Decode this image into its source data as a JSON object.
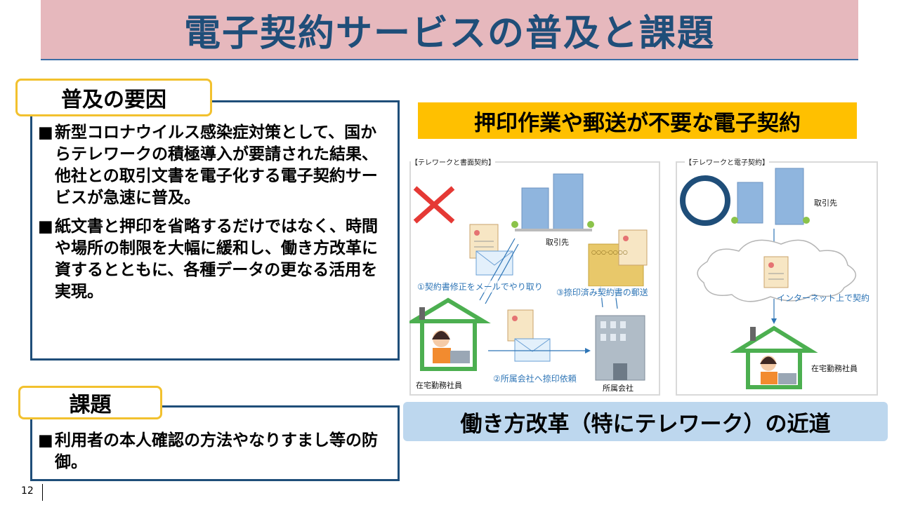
{
  "slide": {
    "title": "電子契約サービスの普及と課題",
    "page_number": "12"
  },
  "factors": {
    "heading": "普及の要因",
    "bullets": [
      {
        "mark": "■",
        "text": "新型コロナウイルス感染症対策として、国からテレワークの積極導入が要請された結果、他社との取引文書を電子化する電子契約サービスが急速に普及。"
      },
      {
        "mark": "■",
        "text": "紙文書と押印を省略するだけではなく、時間や場所の制限を大幅に緩和し、働き方改革に資するとともに、各種データの更なる活用を実現。"
      }
    ]
  },
  "issues": {
    "heading": "課題",
    "bullets": [
      {
        "mark": "■",
        "text": "利用者の本人確認の方法やなりすまし等の防御。"
      }
    ]
  },
  "headline": "押印作業や郵送が不要な電子契約",
  "diagram_left": {
    "caption": "【テレワークと書面契約】",
    "partner": "取引先",
    "step1": "①契約書修正をメールでやり取り",
    "step2": "②所属会社へ捺印依頼",
    "step3": "③捺印済み契約書の郵送",
    "worker": "在宅勤務社員",
    "company": "所属会社",
    "envelope_label": "○○○-○○○○",
    "cross_color": "#e53935"
  },
  "diagram_right": {
    "caption": "【テレワークと電子契約】",
    "partner": "取引先",
    "cloud_label": "インターネット上で契約",
    "worker": "在宅勤務社員",
    "circle_color": "#1f4e79"
  },
  "bottom_banner": "働き方改革（特にテレワーク）の近道",
  "colors": {
    "title_bg": "#e6b8bd",
    "title_text": "#1f4e79",
    "panel_border": "#1f4e79",
    "tab_border": "#f2c12e",
    "headline_bg": "#ffc000",
    "banner_bg": "#bdd7ee",
    "house_green": "#4caf50",
    "arrow_blue": "#2e75b6"
  }
}
